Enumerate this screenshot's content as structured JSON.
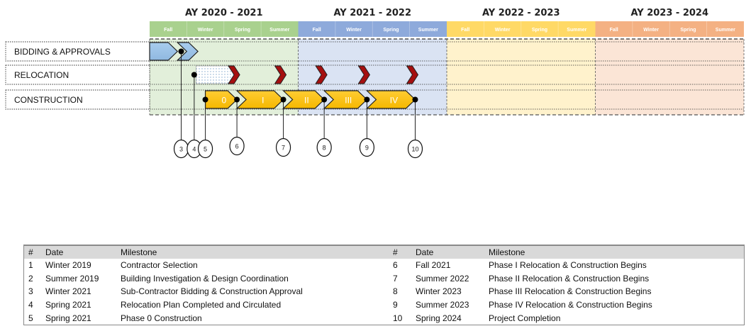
{
  "chart_data": {
    "type": "gantt-timeline",
    "academic_years": [
      {
        "label": "AY 2020 - 2021",
        "header_color": "#a9d18e",
        "band_color": "#e2efda"
      },
      {
        "label": "AY 2021 - 2022",
        "header_color": "#8eaadb",
        "band_color": "#dae3f3"
      },
      {
        "label": "AY 2022 - 2023",
        "header_color": "#ffd966",
        "band_color": "#fff2cc"
      },
      {
        "label": "AY 2023 - 2024",
        "header_color": "#f4b183",
        "band_color": "#fbe5d6"
      }
    ],
    "seasons": [
      "Fall",
      "Winter",
      "Spring",
      "Summer"
    ],
    "rows": [
      {
        "label": "BIDDING & APPROVALS"
      },
      {
        "label": "RELOCATION"
      },
      {
        "label": "CONSTRUCTION"
      }
    ],
    "bars": [
      {
        "row": 0,
        "start": 0.0,
        "end": 0.75,
        "color": "#9dc3e6",
        "label": ""
      },
      {
        "row": 0,
        "start": 0.75,
        "end": 1.3,
        "color": "#9dc3e6",
        "label": ""
      },
      {
        "row": 1,
        "start": 1.25,
        "end": 2.35,
        "color": "dotted",
        "label": ""
      },
      {
        "row": 2,
        "start": 1.5,
        "end": 2.35,
        "color": "#ffc000",
        "label": "0"
      },
      {
        "row": 2,
        "start": 2.35,
        "end": 3.6,
        "color": "#ffc000",
        "label": "I"
      },
      {
        "row": 2,
        "start": 3.6,
        "end": 4.7,
        "color": "#ffc000",
        "label": "II"
      },
      {
        "row": 2,
        "start": 4.7,
        "end": 5.85,
        "color": "#ffc000",
        "label": "III"
      },
      {
        "row": 2,
        "start": 5.85,
        "end": 7.15,
        "color": "#ffc000",
        "label": "IV"
      }
    ],
    "relocation_markers": [
      2.35,
      3.6,
      4.7,
      5.85,
      7.15
    ],
    "milestone_callouts": [
      {
        "id": "3",
        "x": 0.85,
        "row": 0
      },
      {
        "id": "4",
        "x": 1.2,
        "row": 1
      },
      {
        "id": "5",
        "x": 1.5,
        "row": 2
      },
      {
        "id": "6",
        "x": 2.35,
        "row": 2
      },
      {
        "id": "7",
        "x": 3.6,
        "row": 2
      },
      {
        "id": "8",
        "x": 4.7,
        "row": 2
      },
      {
        "id": "9",
        "x": 5.85,
        "row": 2
      },
      {
        "id": "10",
        "x": 7.15,
        "row": 2
      }
    ]
  },
  "legend": {
    "headers": {
      "num": "#",
      "date": "Date",
      "milestone": "Milestone"
    },
    "left": [
      {
        "num": "1",
        "date": "Winter 2019",
        "milestone": "Contractor Selection"
      },
      {
        "num": "2",
        "date": "Summer 2019",
        "milestone": "Building Investigation & Design Coordination"
      },
      {
        "num": "3",
        "date": "Winter 2021",
        "milestone": "Sub-Contractor Bidding & Construction Approval"
      },
      {
        "num": "4",
        "date": "Spring 2021",
        "milestone": "Relocation Plan Completed and Circulated"
      },
      {
        "num": "5",
        "date": "Spring 2021",
        "milestone": "Phase 0 Construction"
      }
    ],
    "right": [
      {
        "num": "6",
        "date": "Fall 2021",
        "milestone": "Phase I Relocation & Construction Begins"
      },
      {
        "num": "7",
        "date": "Summer 2022",
        "milestone": "Phase II Relocation & Construction Begins"
      },
      {
        "num": "8",
        "date": "Winter 2023",
        "milestone": "Phase III Relocation & Construction Begins"
      },
      {
        "num": "9",
        "date": "Summer 2023",
        "milestone": "Phase IV Relocation & Construction Begins"
      },
      {
        "num": "10",
        "date": "Spring 2024",
        "milestone": "Project Completion"
      }
    ]
  }
}
